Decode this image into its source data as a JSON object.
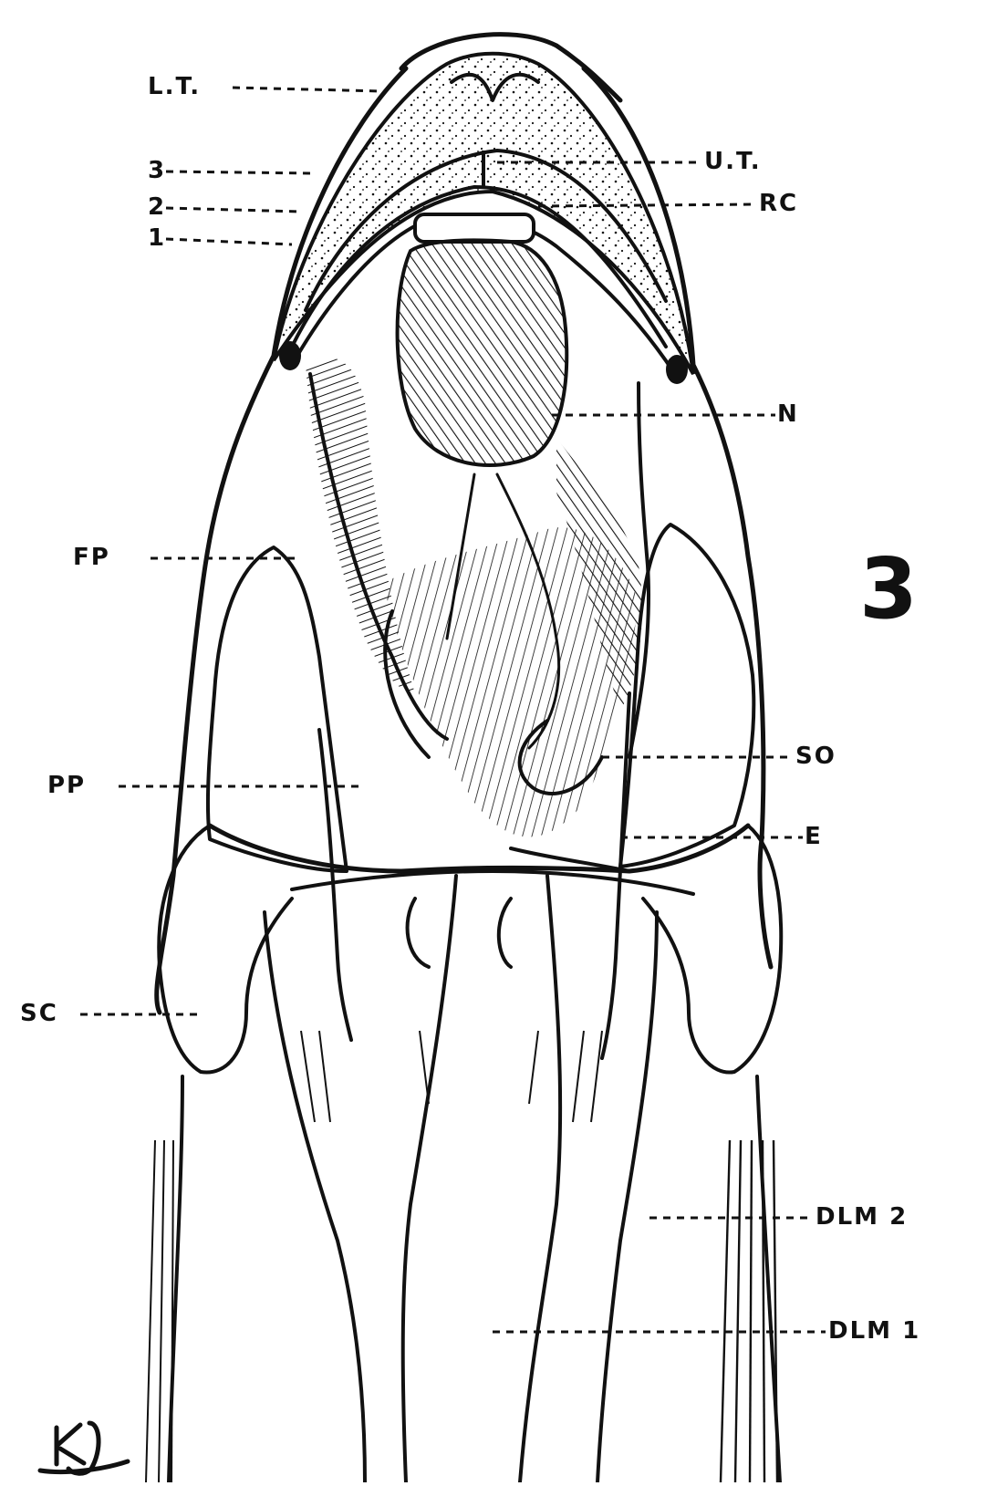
{
  "figure": {
    "number": "3",
    "signature_initials": "KJ"
  },
  "labels": {
    "lt": "L.T.",
    "num3": "3",
    "num2": "2",
    "num1": "1",
    "ut": "U.T.",
    "rc": "RC",
    "n": "N",
    "fp": "FP",
    "pp": "PP",
    "so": "SO",
    "e": "E",
    "sc": "SC",
    "dlm2": "DLM 2",
    "dlm1": "DLM 1"
  }
}
